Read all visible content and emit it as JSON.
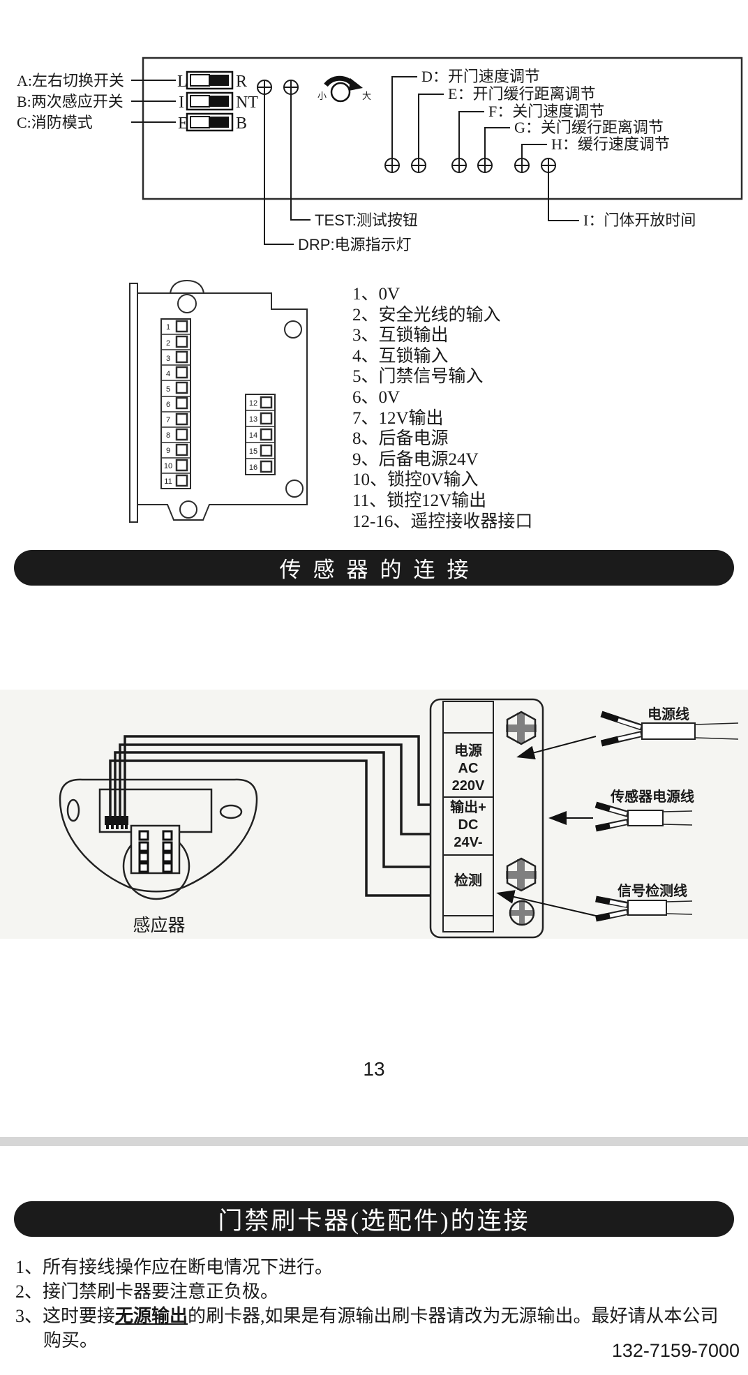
{
  "controller_diagram": {
    "switches": [
      {
        "label": "A:左右切换开关",
        "left": "L",
        "right": "R"
      },
      {
        "label": "B:两次感应开关",
        "left": "I",
        "right": "NT"
      },
      {
        "label": "C:消防模式",
        "left": "E",
        "right": "B"
      }
    ],
    "knob_min": "小",
    "knob_max": "大",
    "pots": [
      "D：开门速度调节",
      "E：开门缓行距离调节",
      "F：关门速度调节",
      "G：关门缓行距离调节",
      "H：缓行速度调节"
    ],
    "test": "TEST:测试按钮",
    "drp": "DRP:电源指示灯",
    "timer": "I：门体开放时间"
  },
  "terminal_board": {
    "left_numbers": [
      "1",
      "2",
      "3",
      "4",
      "5",
      "6",
      "7",
      "8",
      "9",
      "10",
      "11"
    ],
    "right_numbers": [
      "12",
      "13",
      "14",
      "15",
      "16"
    ],
    "descriptions": [
      "1、0V",
      "2、安全光线的输入",
      "3、互锁输出",
      "4、互锁输入",
      "5、门禁信号输入",
      "6、0V",
      "7、12V输出",
      "8、后备电源",
      "9、后备电源24V",
      "10、锁控0V输入",
      "11、锁控12V输出",
      "12-16、遥控接收器接口"
    ]
  },
  "section1_title": "传感器的连接",
  "sensor_diagram": {
    "sensor_label": "感应器",
    "psu_power_1": "电源",
    "psu_power_2": "AC",
    "psu_power_3": "220V",
    "psu_out_1": "输出+",
    "psu_out_2": "DC",
    "psu_out_3": "24V-",
    "psu_detect": "检测",
    "wire_power": "电源线",
    "wire_sensor_power": "传感器电源线",
    "wire_signal": "信号检测线"
  },
  "page_number": "13",
  "section2_title": "门禁刷卡器(选配件)的连接",
  "notes": {
    "n1": "1、所有接线操作应在断电情况下进行。",
    "n2": "2、接门禁刷卡器要注意正负极。",
    "n3_prefix": "3、这时要接",
    "n3_underlined": "无源输出",
    "n3_suffix": "的刷卡器,如果是有源输出刷卡器请改为无源输出。最好请从本公司购买。"
  },
  "phone": "132-7159-7000",
  "colors": {
    "banner_bg": "#1b1b1b",
    "section_bg": "#f5f5f2",
    "stripe": "#d6d6d6"
  }
}
